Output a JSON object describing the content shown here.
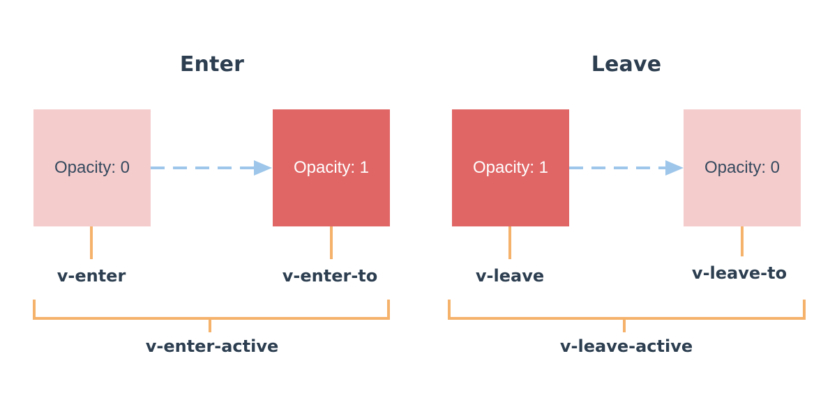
{
  "enter": {
    "title": "Enter",
    "start_box": "Opacity: 0",
    "end_box": "Opacity: 1",
    "start_class": "v-enter",
    "end_class": "v-enter-to",
    "active_class": "v-enter-active"
  },
  "leave": {
    "title": "Leave",
    "start_box": "Opacity: 1",
    "end_box": "Opacity: 0",
    "start_class": "v-leave",
    "end_class": "v-leave-to",
    "active_class": "v-leave-active"
  },
  "colors": {
    "opacity_0_box": "#f5cccc",
    "opacity_1_box": "#e06666",
    "connector": "#f5b26b",
    "arrow": "#9dc6ea",
    "label_text": "#2c3e50"
  }
}
